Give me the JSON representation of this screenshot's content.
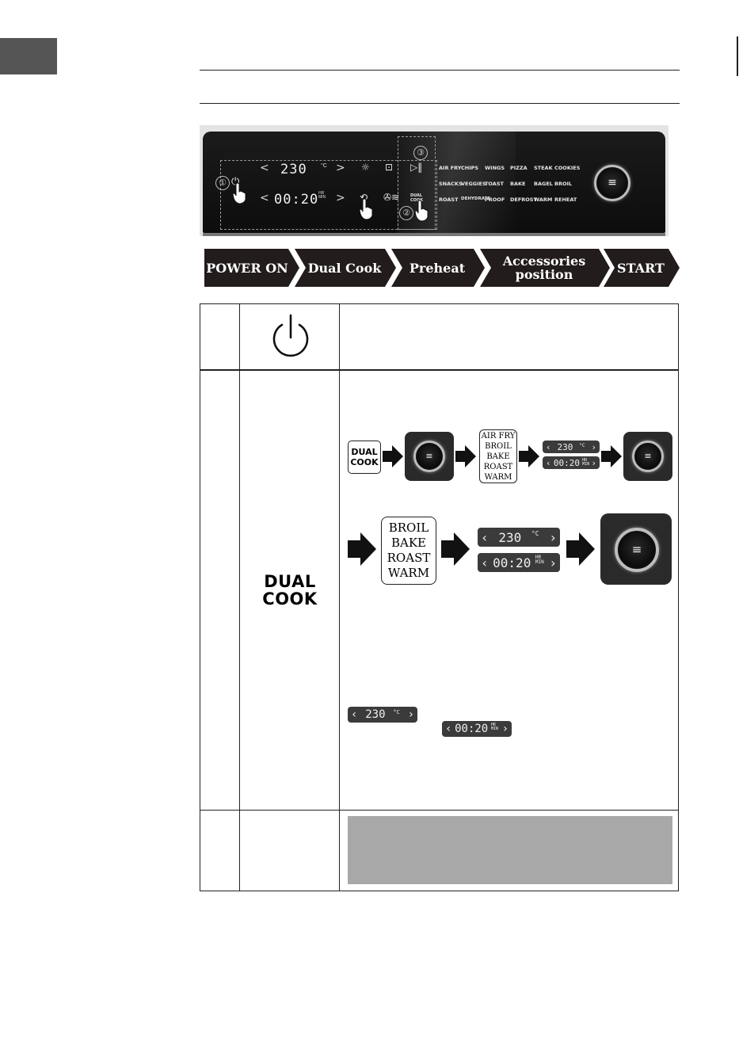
{
  "panel": {
    "temp": "230",
    "temp_unit": "°C",
    "time": "00:20",
    "time_unit": "HR MIN",
    "dual_cook_key": "DUAL COOK",
    "markers": [
      "①",
      "②",
      "③"
    ],
    "programs": [
      [
        "AIR FRY",
        "CHIPS",
        "WINGS",
        "PIZZA",
        "STEAK",
        "COOKIES"
      ],
      [
        "SNACKS",
        "VEGGIES",
        "TOAST",
        "BAKE",
        "BAGEL",
        "BROIL"
      ],
      [
        "ROAST",
        "DEHYDRATE",
        "PROOF",
        "DEFROST",
        "WARM",
        "REHEAT"
      ]
    ],
    "knob_icon": "≡"
  },
  "steps": [
    "POWER ON",
    "Dual Cook",
    "Preheat",
    "Accessories position",
    "START"
  ],
  "table": {
    "row1_icon": "power-icon",
    "row2_label": [
      "DUAL",
      "COOK"
    ],
    "flow1": {
      "badge": [
        "DUAL",
        "COOK"
      ],
      "programs": [
        "AIR FRY",
        "BROIL",
        "BAKE",
        "ROAST",
        "WARM"
      ],
      "temp": "230",
      "temp_unit": "°C",
      "time": "00:20",
      "time_unit": "HR MIN"
    },
    "flow2": {
      "programs": [
        "BROIL",
        "BAKE",
        "ROAST",
        "WARM"
      ],
      "temp": "230",
      "temp_unit": "°C",
      "time": "00:20",
      "time_unit": "HR MIN"
    },
    "notes": {
      "temp": "230",
      "temp_unit": "°C",
      "time": "00:20",
      "time_unit": "HR MIN"
    }
  },
  "colors": {
    "arrow_bar": "#231c1c",
    "panel": "#111111",
    "note_box": "#a8a8a8"
  }
}
